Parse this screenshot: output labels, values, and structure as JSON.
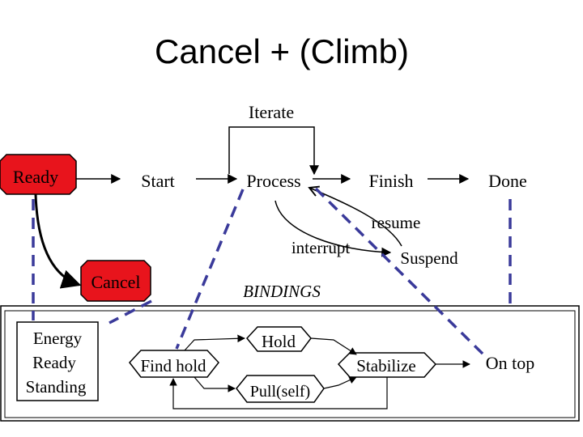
{
  "title": "Cancel + (Climb)",
  "states": {
    "ready": "Ready",
    "start": "Start",
    "process": "Process",
    "finish": "Finish",
    "done": "Done",
    "cancel": "Cancel",
    "suspend": "Suspend"
  },
  "transitions": {
    "iterate": "Iterate",
    "resume": "resume",
    "interrupt": "interrupt"
  },
  "bindings": {
    "heading": "BINDINGS",
    "energy_lines": [
      "Energy",
      "Ready",
      "Standing"
    ],
    "find_hold": "Find hold",
    "hold": "Hold",
    "pull_self": "Pull(self)",
    "stabilize": "Stabilize",
    "on_top": "On top"
  },
  "colors": {
    "red_state": "#e8141c",
    "binding_line": "#3a3a9a",
    "heading": "#c00000"
  }
}
